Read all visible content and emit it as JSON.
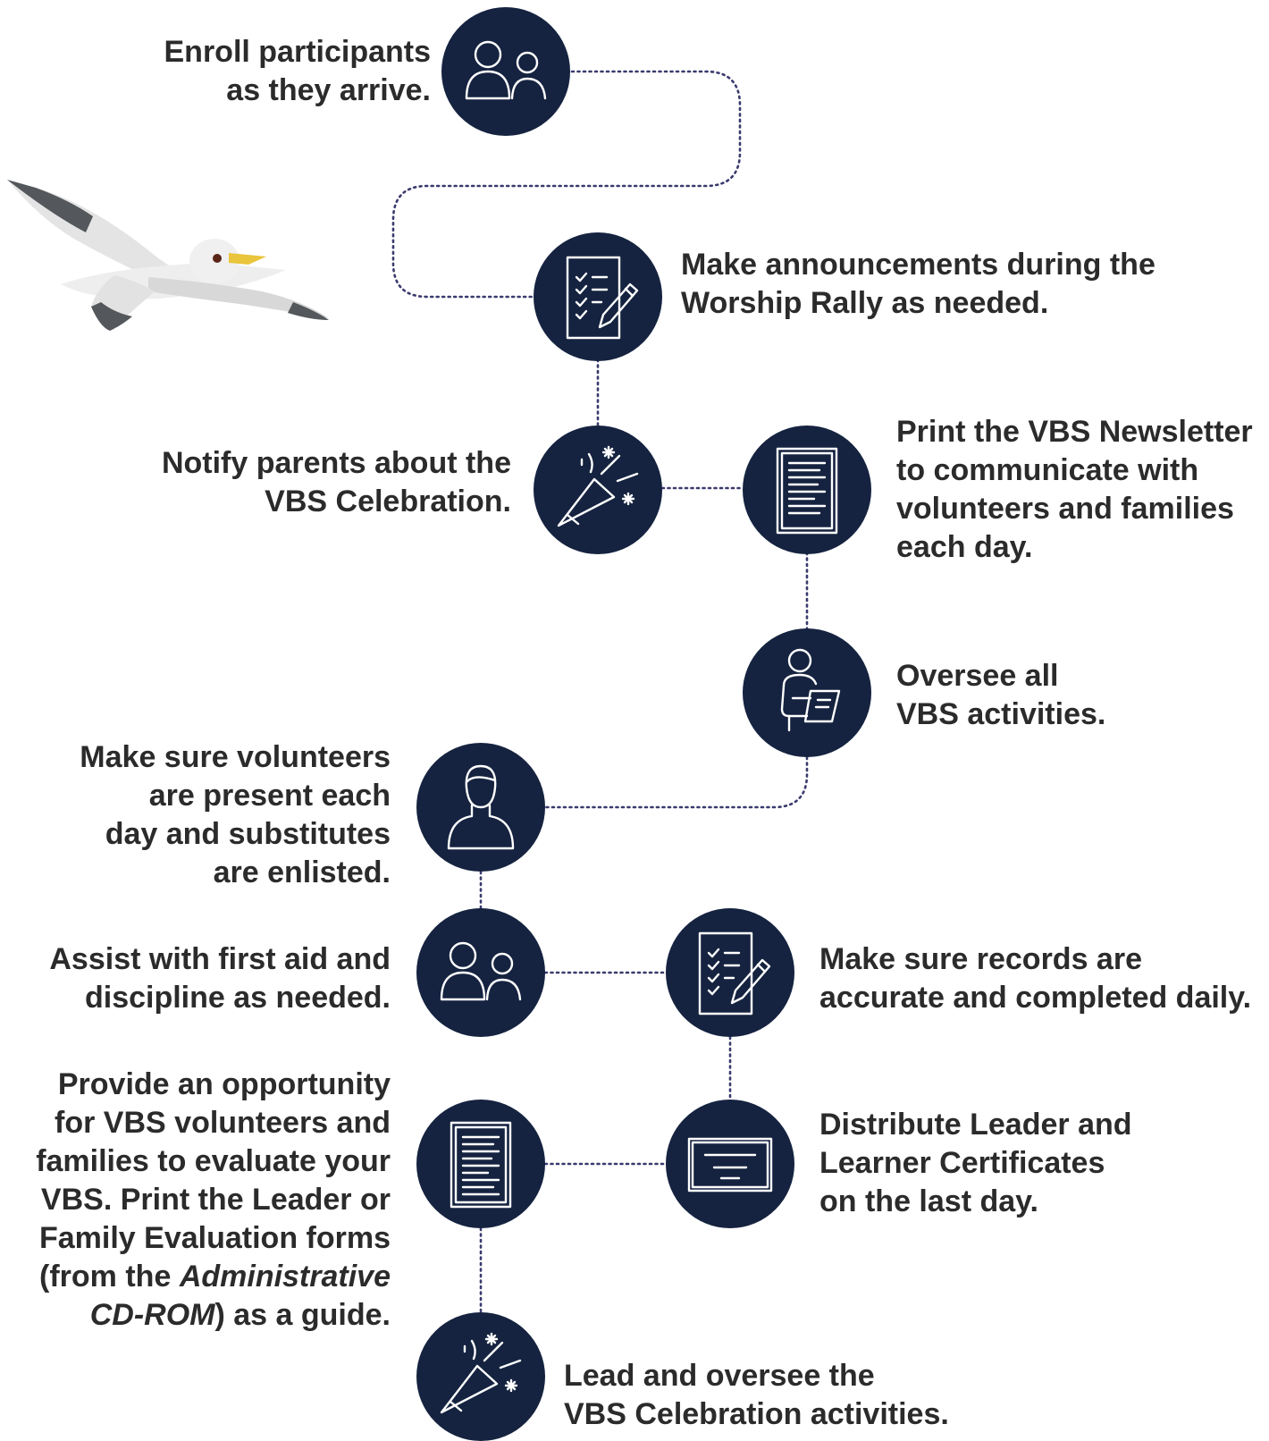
{
  "colors": {
    "circle": "#152340",
    "icon": "#ffffff",
    "text": "#2b2b2b",
    "connector": "#3a3a6e"
  },
  "steps": [
    {
      "icon": "people-icon",
      "lines": [
        "Enroll participants",
        "as they arrive."
      ]
    },
    {
      "icon": "checklist-pencil-icon",
      "lines": [
        "Make announcements during the",
        "Worship Rally as needed."
      ]
    },
    {
      "icon": "party-popper-icon",
      "lines": [
        "Notify parents about the",
        "VBS Celebration."
      ]
    },
    {
      "icon": "newsletter-document-icon",
      "lines": [
        "Print the VBS Newsletter",
        "to communicate with",
        "volunteers and families",
        "each day."
      ]
    },
    {
      "icon": "person-presenting-icon",
      "lines": [
        "Oversee all",
        "VBS activities."
      ]
    },
    {
      "icon": "person-icon",
      "lines": [
        "Make sure volunteers",
        "are present each",
        "day and substitutes",
        "are enlisted."
      ]
    },
    {
      "icon": "people-icon",
      "lines": [
        "Assist with first aid and",
        "discipline as needed."
      ]
    },
    {
      "icon": "checklist-pencil-icon",
      "lines": [
        "Make sure records are",
        "accurate and completed daily."
      ]
    },
    {
      "icon": "evaluation-document-icon",
      "lines": [
        "Provide an opportunity",
        "for VBS volunteers and",
        "families to evaluate your",
        "VBS. Print the Leader or",
        "Family Evaluation forms"
      ],
      "line6_prefix": "(from the ",
      "line6_italic": "Administrative",
      "line7_italic": "CD-ROM",
      "line7_suffix": ") as a guide."
    },
    {
      "icon": "certificate-icon",
      "lines": [
        "Distribute Leader and",
        "Learner Certificates",
        "on the last day."
      ]
    },
    {
      "icon": "party-popper-icon",
      "lines": [
        "Lead and oversee the",
        "VBS Celebration activities."
      ]
    }
  ],
  "decoration": {
    "bird": "seagull-illustration"
  }
}
